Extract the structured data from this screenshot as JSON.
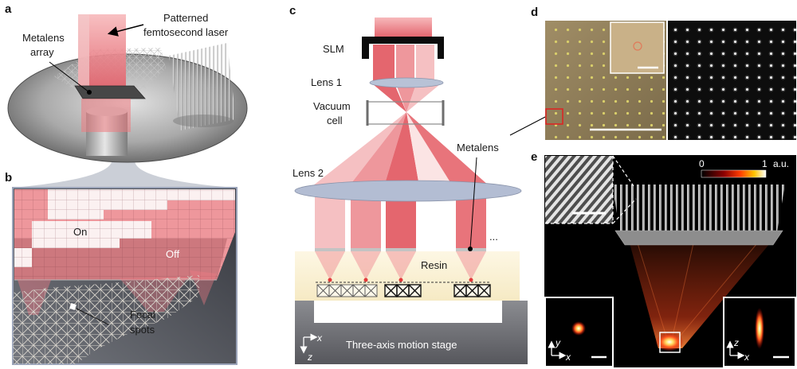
{
  "figure": {
    "panel_labels": {
      "a": "a",
      "b": "b",
      "c": "c",
      "d": "d",
      "e": "e"
    },
    "panel_a": {
      "laser_label": [
        "Patterned",
        "femtosecond laser"
      ],
      "metalens_label": [
        "Metalens",
        "array"
      ]
    },
    "panel_b": {
      "on_label": "On",
      "off_label": "Off",
      "focal_label": [
        "Focal",
        "spots"
      ]
    },
    "panel_c": {
      "slm_label": "SLM",
      "lens1_label": "Lens 1",
      "vacuum_label": [
        "Vacuum",
        "cell"
      ],
      "lens2_label": "Lens 2",
      "metalens_label": "Metalens",
      "resin_label": "Resin",
      "ellipsis": "...",
      "stage_label": "Three-axis motion stage",
      "axes": {
        "x": "x",
        "z": "z"
      }
    },
    "panel_e": {
      "colorbar": {
        "min": "0",
        "max": "1",
        "unit": "a.u."
      },
      "inset_left_axes": {
        "vertical": "y",
        "horizontal": "x"
      },
      "inset_right_axes": {
        "vertical": "z",
        "horizontal": "x"
      }
    }
  },
  "colors": {
    "laser_dark": "#e4666e",
    "laser_mid": "#ee979c",
    "laser_light": "#f5c0c2",
    "focus_red": "#e23a3a",
    "highlight_square": "#e02020"
  }
}
